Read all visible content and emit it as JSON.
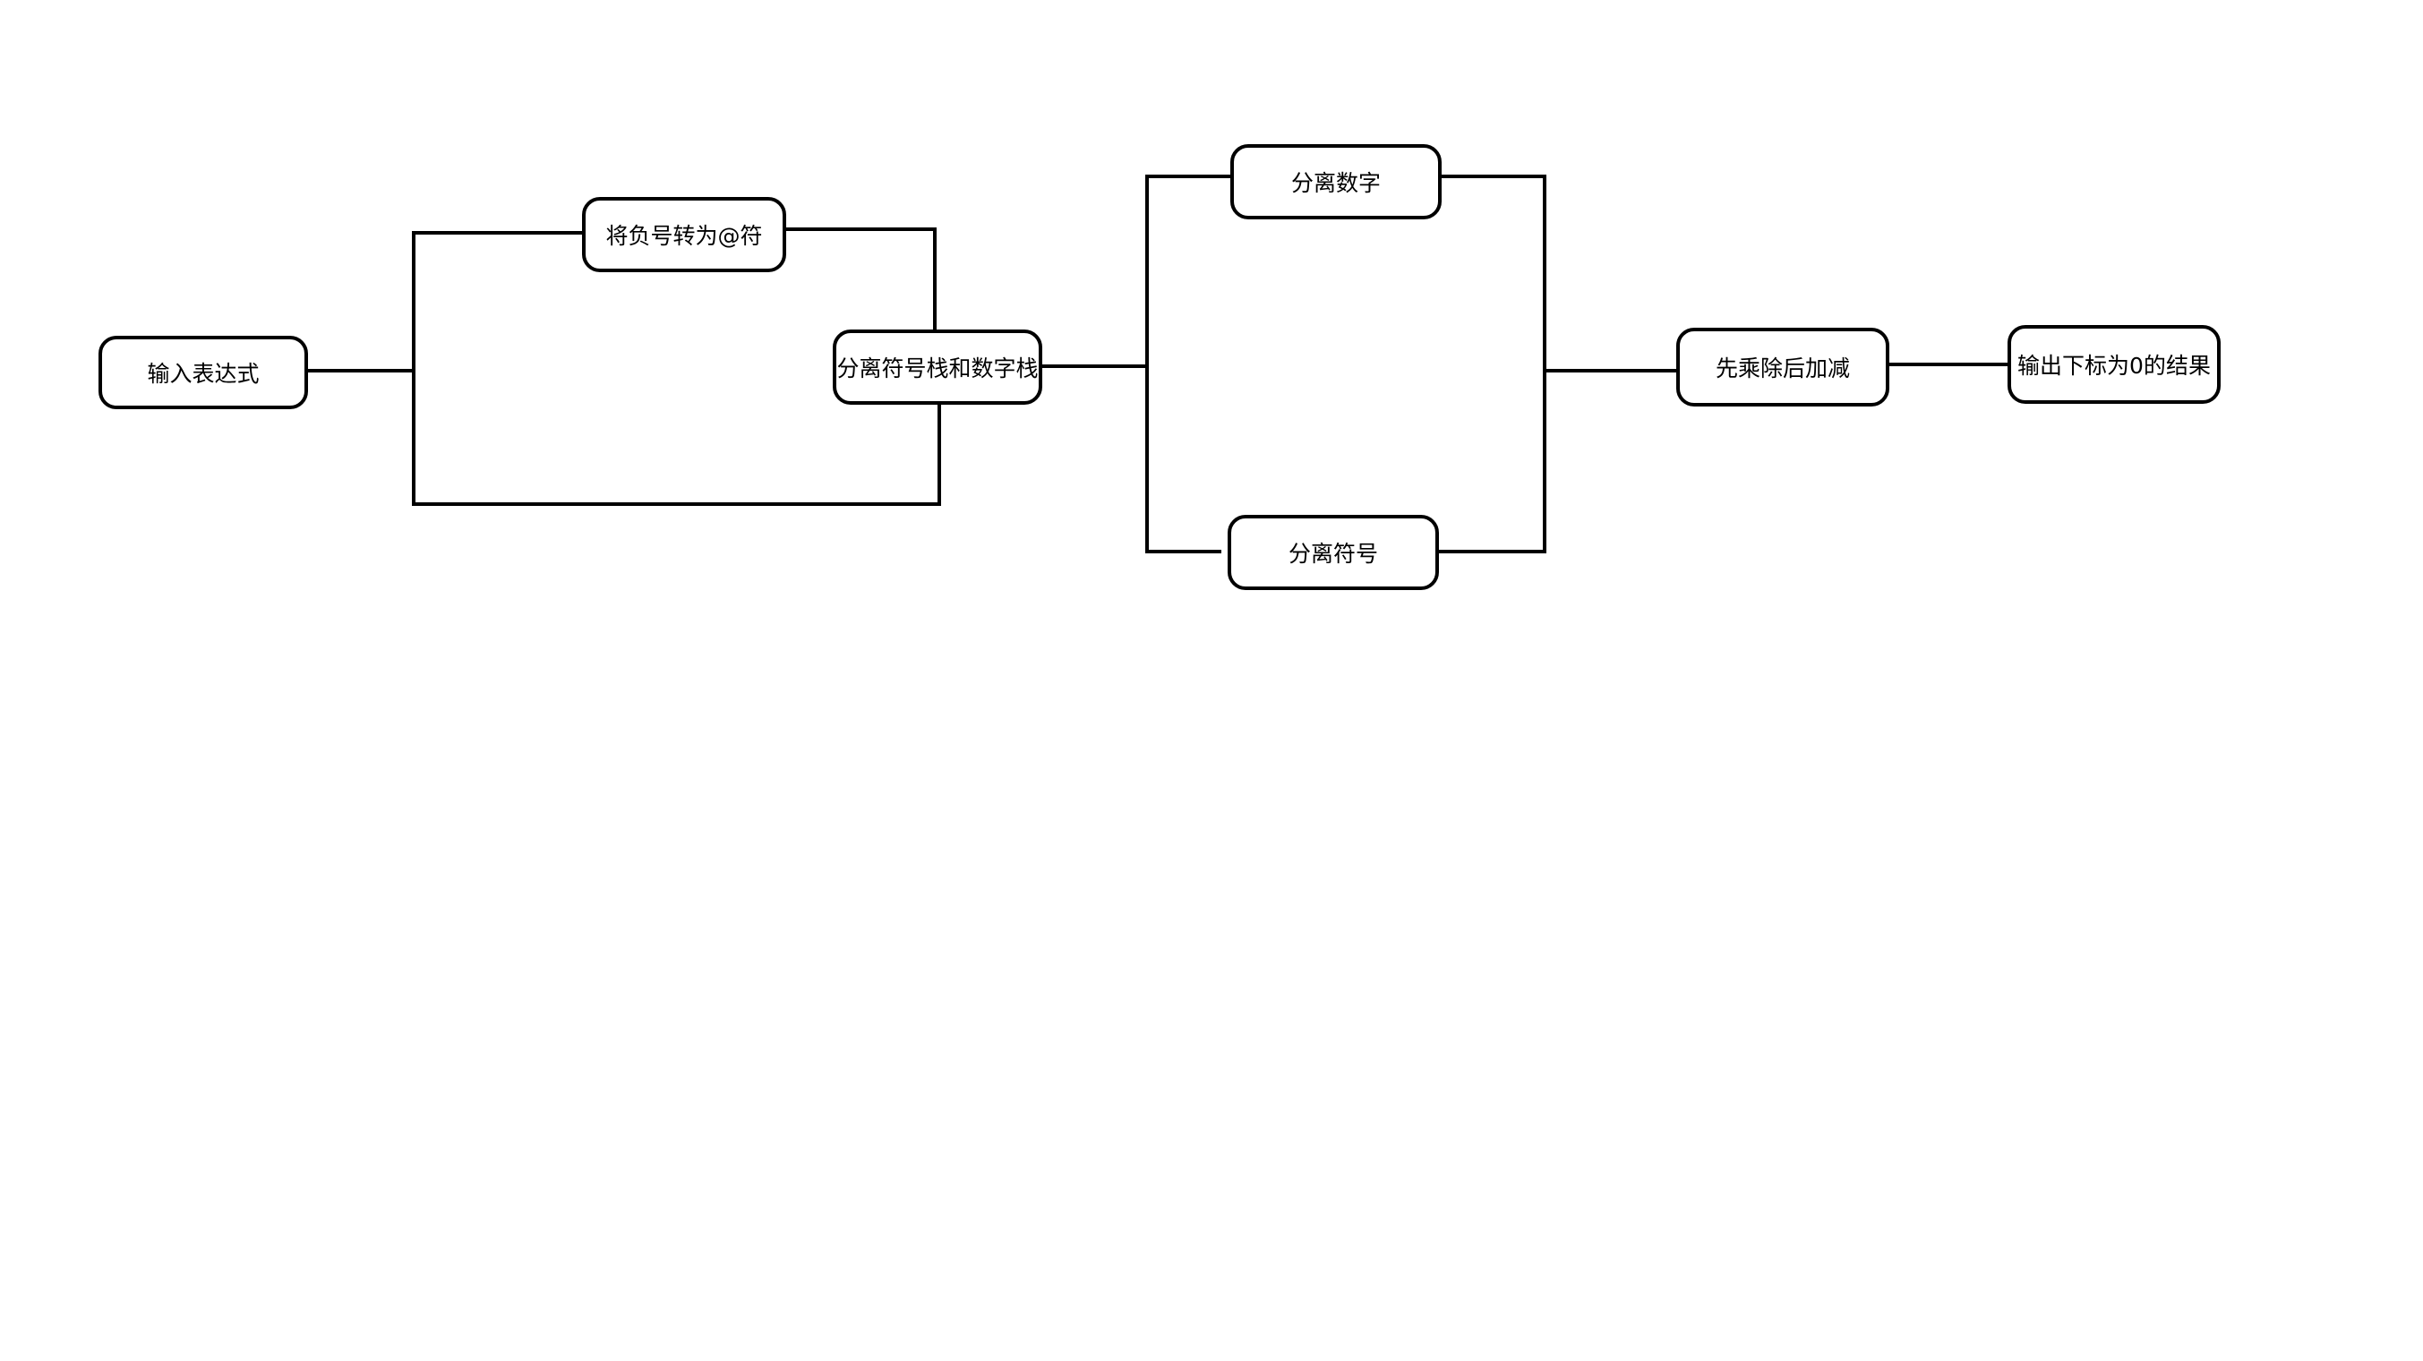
{
  "diagram": {
    "line_color": "#000000",
    "nodes": {
      "input_expression": "输入表达式",
      "convert_negative": "将负号转为@符",
      "split_stacks": "分离符号栈和数字栈",
      "split_numbers": "分离数字",
      "split_symbols": "分离符号",
      "mul_div_first": "先乘除后加减",
      "output_result": "输出下标为0的结果"
    }
  }
}
